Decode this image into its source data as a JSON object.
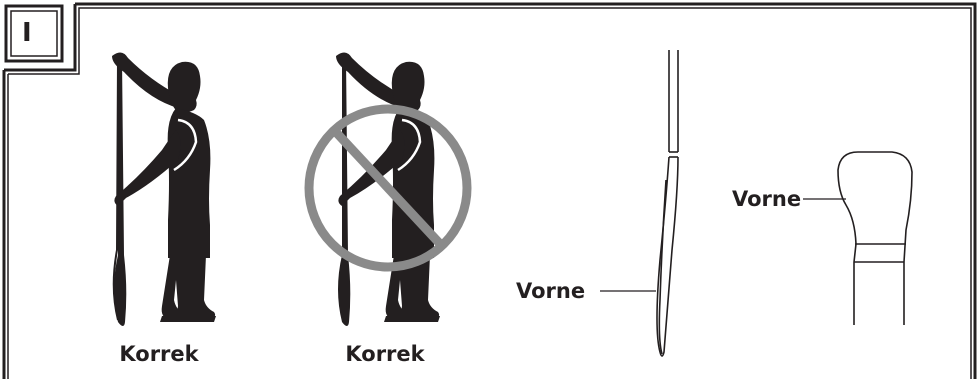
{
  "panel": {
    "label": "I"
  },
  "figures": [
    {
      "caption": "Korrek",
      "crossed_out": false
    },
    {
      "caption": "Korrek",
      "crossed_out": true
    }
  ],
  "paddle_side": {
    "label": "Vorne"
  },
  "blade_face": {
    "label": "Vorne"
  },
  "colors": {
    "ink": "#231f20",
    "prohibit": "#8a8a8a",
    "background": "#ffffff"
  }
}
